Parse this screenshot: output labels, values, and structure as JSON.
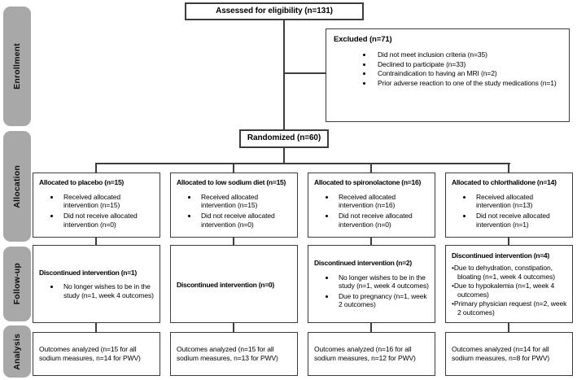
{
  "diagram": {
    "stages": [
      "Enrollment",
      "Allocation",
      "Follow-up",
      "Analysis"
    ],
    "assessed": "Assessed for eligibility (n=131)",
    "excluded_title": "Excluded (n=71)",
    "excluded_items": [
      "Did not meet inclusion criteria (n=35)",
      "Declined to participate (n=33)",
      "Contraindication to having an MRI (n=2)",
      "Prior adverse reaction to one of the study medications (n=1)"
    ],
    "randomized": "Randomized (n=60)",
    "arms": [
      {
        "allocation_title": "Allocated to placebo (n=15)",
        "allocation_items": [
          "Received allocated intervention (n=15)",
          "Did not receive allocated intervention (n=0)"
        ],
        "followup_title": "Discontinued intervention (n=1)",
        "followup_items": [
          "No longer wishes to be in the study (n=1, week 4 outcomes)"
        ],
        "analysis": "Outcomes analyzed (n=15 for all sodium measures, n=14 for PWV)"
      },
      {
        "allocation_title": "Allocated to low sodium diet (n=15)",
        "allocation_items": [
          "Received allocated intervention (n=15)",
          "Did not receive allocated intervention (n=0)"
        ],
        "followup_title": "Discontinued intervention (n=0)",
        "followup_items": [],
        "analysis": "Outcomes analyzed (n=15 for all sodium measures, n=13 for PWV)"
      },
      {
        "allocation_title": "Allocated to spironolactone (n=16)",
        "allocation_items": [
          "Received allocated intervention (n=16)",
          "Did not receive allocated intervention (n=0)"
        ],
        "followup_title": "Discontinued intervention (n=2)",
        "followup_items": [
          "No longer wishes to be in the study (n=1, week 4 outcomes)",
          "Due to pregnancy (n=1, week 2 outcomes)"
        ],
        "analysis": "Outcomes analyzed (n=16 for all sodium measures, n=12 for PWV)"
      },
      {
        "allocation_title": "Allocated to chlorthalidone (n=14)",
        "allocation_items": [
          "Received allocated intervention (n=13)",
          "Did not receive allocated intervention (n=1)"
        ],
        "followup_title": "Discontinued intervention (n=4)",
        "followup_items": [
          "Due to dehydration, constipation, bloating (n=1, week 4 outcomes)",
          "Due to hypokalemia (n=1, week 4 outcomes)",
          "Primary physician request (n=2, week 2 outcomes)"
        ],
        "analysis": "Outcomes analyzed (n=14 for all sodium measures, n=8 for PWV)"
      }
    ]
  },
  "colors": {
    "stage_bg": "#a8a8a8",
    "box_border": "#3d3d3d",
    "line": "#3d3d3d",
    "text": "#000000"
  }
}
